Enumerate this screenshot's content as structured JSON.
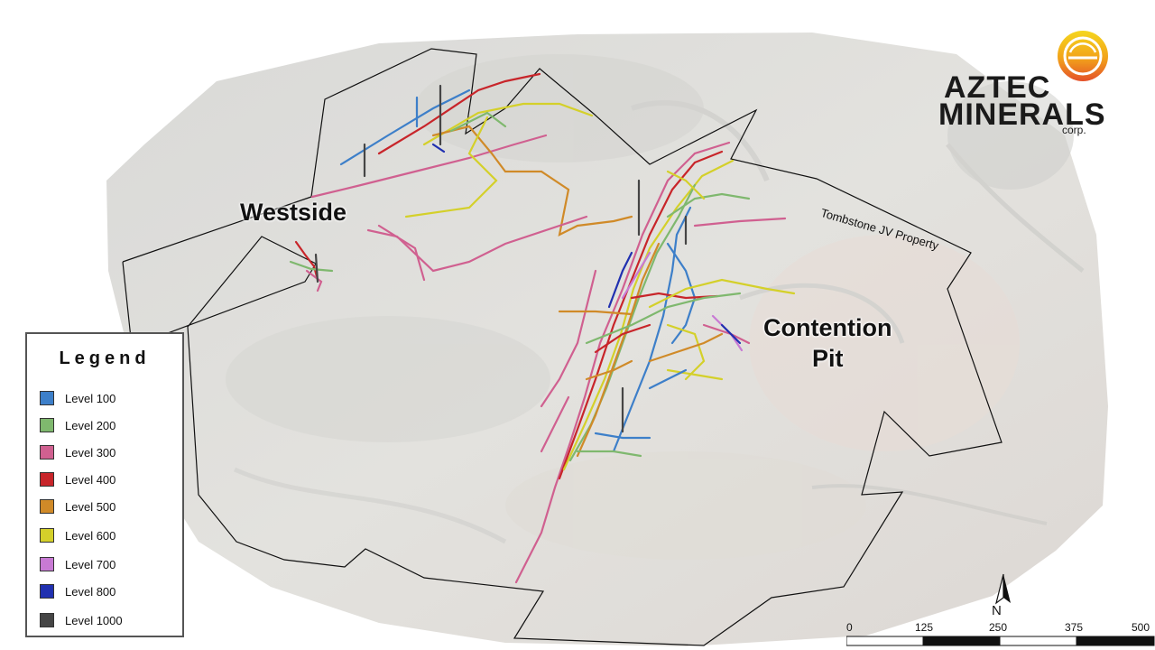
{
  "map": {
    "place_labels": {
      "westside": "Westside",
      "contention_line1": "Contention",
      "contention_line2": "Pit",
      "tombstone": "Tombstone JV Property"
    }
  },
  "logo": {
    "line1": "AZTEC",
    "line2": "MINERALS",
    "line3": "corp."
  },
  "legend": {
    "title": "Legend",
    "items": [
      {
        "label": "Level 100",
        "color": "#3d7fc9"
      },
      {
        "label": "Level 200",
        "color": "#7fb86e"
      },
      {
        "label": "Level 300",
        "color": "#d06090"
      },
      {
        "label": "Level 400",
        "color": "#c8252a"
      },
      {
        "label": "Level 500",
        "color": "#d08a28"
      },
      {
        "label": "Level 600",
        "color": "#d4d02a"
      },
      {
        "label": "Level 700",
        "color": "#c87ad4"
      },
      {
        "label": "Level 800",
        "color": "#2030b0"
      },
      {
        "label": "Level 1000",
        "color": "#454545"
      }
    ]
  },
  "north_arrow": {
    "label": "N"
  },
  "scale_bar": {
    "ticks": [
      "0",
      "125",
      "250",
      "375",
      "500"
    ]
  }
}
